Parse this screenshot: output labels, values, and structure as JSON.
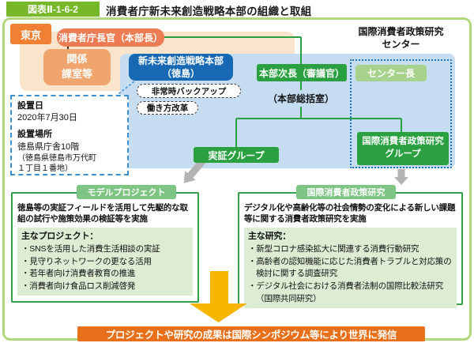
{
  "figure": {
    "label": "図表Ⅱ-1-6-2",
    "title": "消費者庁新未来創造戦略本部の組織と取組"
  },
  "org": {
    "tokyo": "東京",
    "commissioner": "消費者庁長官（本部長）",
    "related_divisions": "関係\n課室等",
    "hq": "新未来創造戦略本部\n（徳島）",
    "backup_pill": "非常時バックアップ",
    "workstyle_pill": "働き方改革",
    "deputy": "本部次長（審議官）",
    "general_office": "（本部総括室）",
    "center_title": "国際消費者政策研究\nセンター",
    "center_head": "センター長",
    "demo_group": "実証グループ",
    "intl_group": "国際消費者政策研究\nグループ"
  },
  "info_box": {
    "date_label": "設置日",
    "date": "2020年7月30日",
    "place_label": "設置場所",
    "place": "徳島県庁舎10階",
    "place_note": "（徳島県徳島市万代町\n１丁目１番地）"
  },
  "model_project": {
    "header": "モデルプロジェクト",
    "description": "徳島等の実証フィールドを活用して先駆的な取組の試行や施策効果の検証等を実施",
    "list_title": "主なプロジェクト：",
    "items": [
      "・SNSを活用した消費生活相談の実証",
      "・見守りネットワークの更なる活用",
      "・若年者向け消費者教育の推進",
      "・消費者向け食品ロス削減啓発"
    ]
  },
  "intl_research": {
    "header": "国際消費者政策研究",
    "description": "デジタル化や高齢化等の社会情勢の変化による新しい課題等に関する消費者政策研究を実施",
    "list_title": "主な研究：",
    "items": [
      "・新型コロナ感染拡大に関連する消費行動研究",
      "・高齢者の認知機能に応じた消費者トラブルと対応策の検討に関する調査研究",
      "・デジタル社会における消費者法制の国際比較法研究（国際共同研究）"
    ]
  },
  "banner": "プロジェクトや研究の成果は国際シンポジウム等により世界に発信",
  "colors": {
    "figure_green": "#76b82a",
    "frame_green": "#b2d77e",
    "tokyo_orange": "#ef8034",
    "commissioner_salmon": "#ed7c55",
    "related_orange": "#f0a46e",
    "peach_bg": "#fae4cc",
    "hq_blue": "#1769b4",
    "panel_blue": "#c5dcf1",
    "box_green": "#2ba041",
    "center_head_green": "#a7d28e",
    "panel_border_green": "#33a04a",
    "panel_label_green": "#7ec583",
    "light_green_bg": "#dcedd4",
    "banner_orange": "#e8701a",
    "arrow_gray": "#b3b3b5",
    "arrow_yellow": "#f7b500",
    "dotted_blue": "#1a6fb5"
  }
}
